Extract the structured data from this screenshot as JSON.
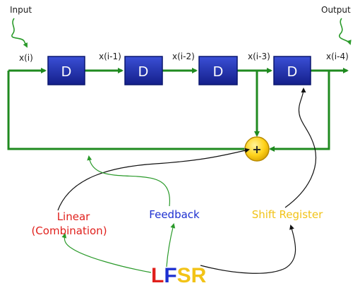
{
  "io": {
    "input": "Input",
    "output": "Output"
  },
  "signals": [
    "x(i)",
    "x(i-1)",
    "x(i-2)",
    "x(i-3)",
    "x(i-4)"
  ],
  "delay_label": "D",
  "adder_symbol": "+",
  "annotations": {
    "linear_line1": "Linear",
    "linear_line2": "(Combination)",
    "feedback": "Feedback",
    "shift_register": "Shift Register"
  },
  "acronym": {
    "l": "L",
    "f": "F",
    "s": "S",
    "r": "R"
  },
  "colors": {
    "wire": "#1f8a1f",
    "delay_fill": "#1c2fb0",
    "delay_edge": "#0a166e",
    "adder_fill": "#ffd21a",
    "linear": "#e0201c",
    "feedback": "#1c2fd0",
    "shift": "#f2c317",
    "curve_black": "#111111"
  }
}
